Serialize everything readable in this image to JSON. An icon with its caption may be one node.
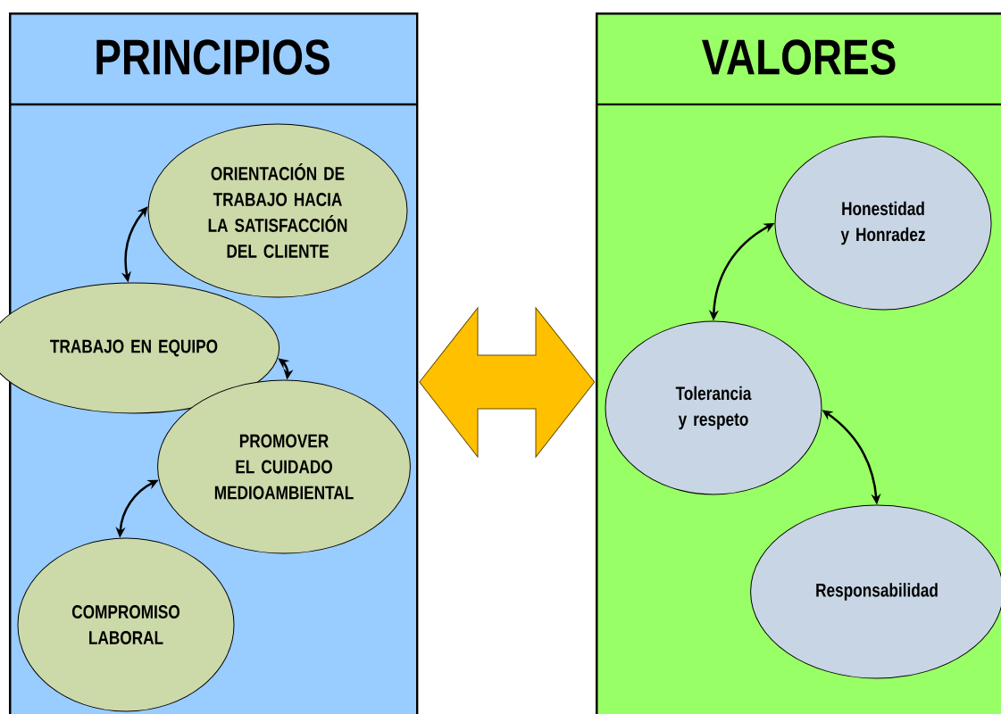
{
  "diagram": {
    "nodes": [
      {
        "text": [
          "PRINCIPIOS"
        ]
      },
      {
        "text": [
          "ORIENTACIÓN DE TRABAJO HACIA LA SATISFACCIÓN DEL CLIENTE"
        ],
        "in": 0
      },
      {
        "text": [
          "TRABAJO EN EQUIPO"
        ],
        "in": 0
      },
      {
        "text": [
          "PROMOVER EL CUIDADO MEDIOAMBIENTAL"
        ],
        "in": 0
      },
      {
        "text": [
          "COMPROMISO LABORAL"
        ],
        "in": 0
      },
      {
        "text": [
          "VALORES"
        ]
      },
      {
        "text": [
          "Honestidad y Honradez"
        ],
        "in": 5
      },
      {
        "text": [
          "Tolerancia y respeto"
        ],
        "in": 5
      },
      {
        "text": [
          "Responsabilidad"
        ],
        "in": 5
      }
    ],
    "edges": [
      {
        "from": 0,
        "to": 5,
        "arrow": "both",
        "color": "#ffc000"
      },
      {
        "from": 1,
        "to": 2,
        "arrow": "both"
      },
      {
        "from": 2,
        "to": 3,
        "arrow": "both"
      },
      {
        "from": 3,
        "to": 4,
        "arrow": "both"
      },
      {
        "from": 6,
        "to": 7,
        "arrow": "both"
      },
      {
        "from": 7,
        "to": 8,
        "arrow": "both"
      }
    ]
  }
}
